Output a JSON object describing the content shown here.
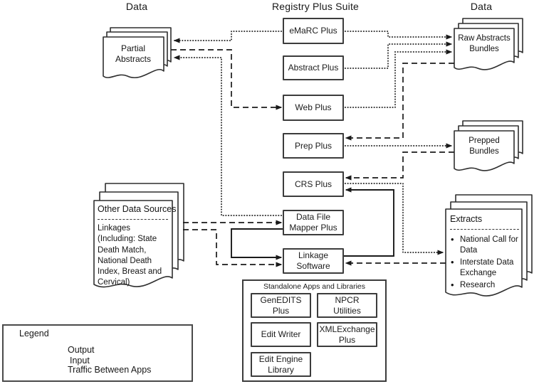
{
  "headers": {
    "data_left": "Data",
    "suite": "Registry Plus Suite",
    "data_right": "Data"
  },
  "suite_apps": {
    "emarc": "eMaRC Plus",
    "abstract": "Abstract Plus",
    "web": "Web Plus",
    "prep": "Prep Plus",
    "crs": "CRS Plus",
    "dfm": "Data File Mapper Plus",
    "linkage": "Linkage Software"
  },
  "standalone": {
    "title": "Standalone Apps and Libraries",
    "genedits": "GenEDITS Plus",
    "npcr": "NPCR Utilities",
    "edit_writer": "Edit Writer",
    "xml_exchange": "XMLExchange Plus",
    "edit_engine": "Edit Engine Library"
  },
  "documents": {
    "partial_abstracts": "Partial Abstracts",
    "raw_abstracts": "Raw Abstracts Bundles",
    "prepped_bundles": "Prepped Bundles",
    "other_sources_title": "Other Data Sources",
    "other_sources_body": "Linkages (Including: State Death Match, National Death Index, Breast and Cervical)",
    "extracts_title": "Extracts",
    "extracts_bullets": [
      "National Call for Data",
      "Interstate Data Exchange",
      "Research"
    ]
  },
  "legend": {
    "title": "Legend",
    "output": "Output",
    "input": "Input",
    "traffic": "Traffic Between Apps"
  },
  "colors": {
    "line": "#1a1a1a",
    "box_border": "#3c3c3c",
    "background": "#ffffff"
  }
}
